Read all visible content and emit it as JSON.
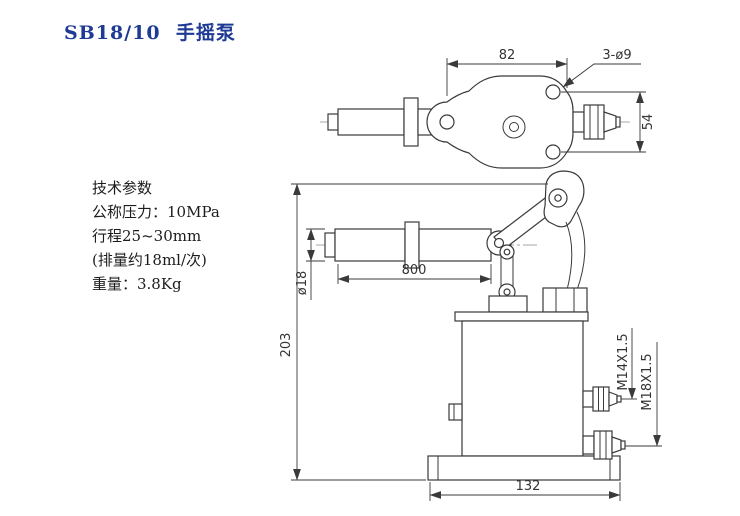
{
  "title": "SB18/10  手摇泵",
  "specs": {
    "heading": "技术参数",
    "line1": "公称压力：10MPa",
    "line2": "行程25~30mm",
    "line3": "(排量约18ml/次)",
    "line4": "重量：3.8Kg"
  },
  "dims": {
    "top_span": "82",
    "holes": "3-ø9",
    "hole_spacing": "54",
    "handle_len": "800",
    "rod_dia": "ø18",
    "height": "203",
    "port_top": "M14X1.5",
    "port_bottom": "M18X1.5",
    "base_width": "132"
  },
  "colors": {
    "title_blue": "#1d3a94",
    "line_gray": "#3a3a3a",
    "text": "#333333",
    "background": "#ffffff"
  }
}
